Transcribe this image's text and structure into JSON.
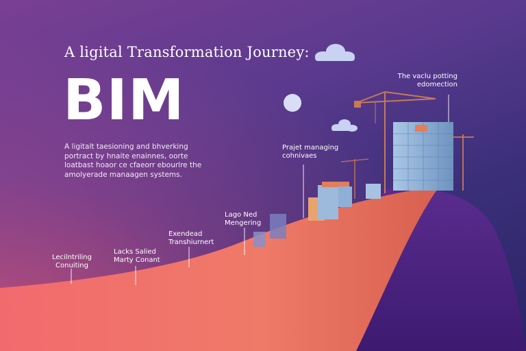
{
  "headline": "A ligital Transformation Journey:",
  "title": "BIM",
  "description": "A ligitalt taesioning and bhverking portract by hnaite enainnes, oorte loatbast hoaor ce cfaeorr ebourlre the amolyerade manaagen systems.",
  "milestones": [
    {
      "line1": "Lecilntriling",
      "line2": "Conuiting"
    },
    {
      "line1": "Lacks Salied",
      "line2": "Marty Conant"
    },
    {
      "line1": "Exendead",
      "line2": "Transhiurnert"
    },
    {
      "line1": "Lago Ned",
      "line2": "Mengering"
    },
    {
      "line1": "Prajet managing",
      "line2": "cohnivaes"
    },
    {
      "line1": "The vaclu potting",
      "line2": "edomection"
    }
  ],
  "colors": {
    "hill_front": "#ef7a68",
    "hill_back": "#4a2080",
    "building": "#8fb5d8",
    "crane": "#c87a55",
    "cloud": "#c9d2f2"
  },
  "icons": [
    "cloud-icon",
    "moon-icon",
    "crane-icon",
    "building-icon"
  ]
}
